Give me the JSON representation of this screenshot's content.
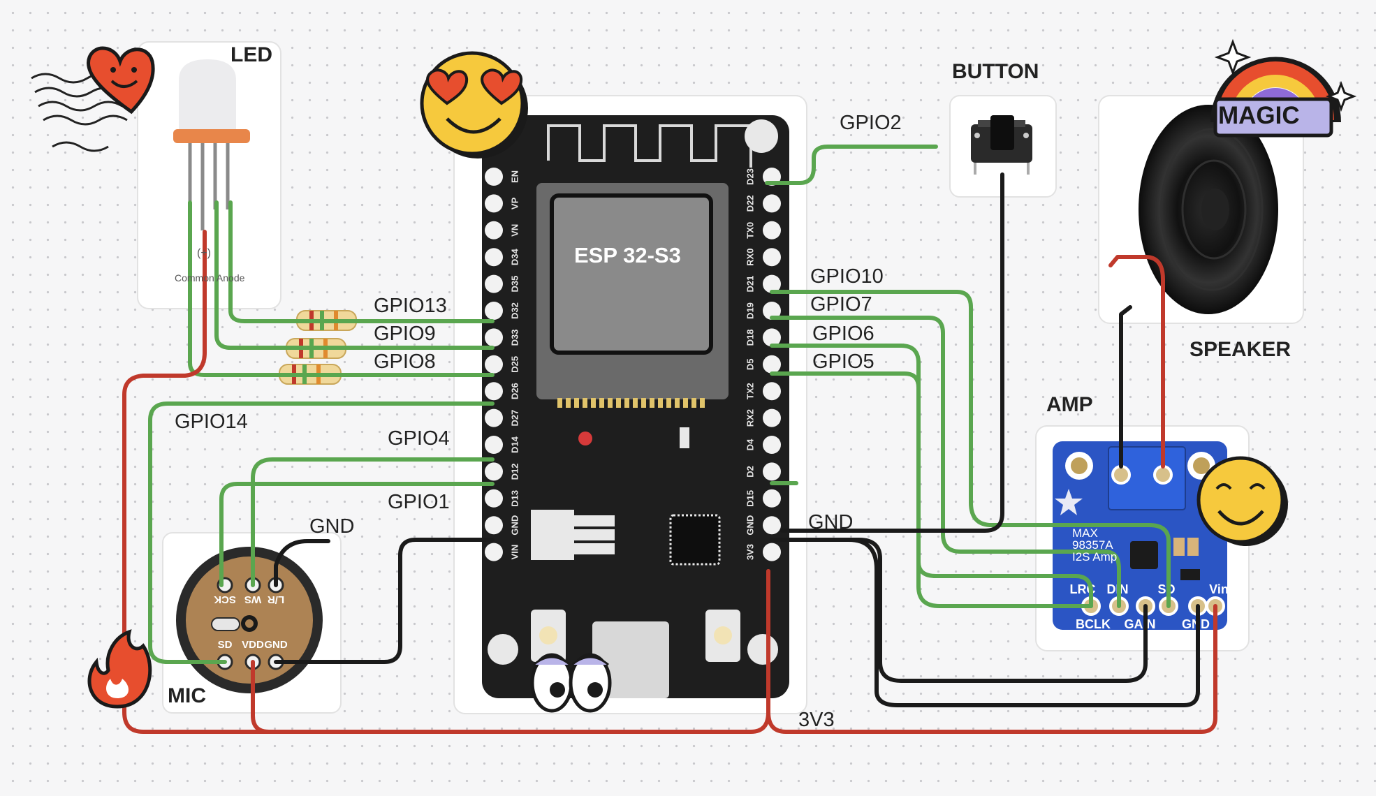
{
  "components": {
    "led": {
      "title": "LED",
      "caption": "Common Anode",
      "glyph": "(+)"
    },
    "button": {
      "title": "BUTTON"
    },
    "speaker": {
      "title": "SPEAKER"
    },
    "amp": {
      "title": "AMP",
      "chip_text": [
        "MAX",
        "98357A",
        "I2S Amp"
      ],
      "pins_top": [
        "LRC",
        "DIN",
        "SD",
        "Vin"
      ],
      "pins_bottom": [
        "BCLK",
        "GAIN",
        "GND"
      ]
    },
    "mic": {
      "title": "MIC",
      "pins_top": [
        "SCK",
        "WS",
        "L/R"
      ],
      "pins_bottom": [
        "SD",
        "VDD",
        "GND"
      ]
    },
    "board": {
      "chip_label": "ESP 32-S3",
      "left_pins": [
        "EN",
        "VP",
        "VN",
        "D34",
        "D35",
        "D32",
        "D33",
        "D25",
        "D26",
        "D27",
        "D14",
        "D12",
        "D13",
        "GND",
        "VIN"
      ],
      "right_pins": [
        "D23",
        "D22",
        "TX0",
        "RX0",
        "D21",
        "D19",
        "D18",
        "D5",
        "TX2",
        "RX2",
        "D4",
        "D2",
        "D15",
        "GND",
        "3V3"
      ]
    }
  },
  "wire_labels": {
    "gpio2": "GPIO2",
    "gpio10": "GPIO10",
    "gpio7": "GPIO7",
    "gpio6": "GPIO6",
    "gpio5": "GPIO5",
    "gpio13": "GPIO13",
    "gpio9": "GPIO9",
    "gpio8": "GPIO8",
    "gpio14": "GPIO14",
    "gpio4": "GPIO4",
    "gpio1": "GPIO1",
    "gnd_left": "GND",
    "gnd_right": "GND",
    "v3v3": "3V3"
  },
  "stickers": {
    "magic": "MAGIC"
  },
  "colors": {
    "signal": "#5aa64f",
    "power": "#c0392b",
    "ground": "#1a1a1a",
    "board": "#1e1e1e",
    "amp_pcb": "#2b55c4"
  }
}
